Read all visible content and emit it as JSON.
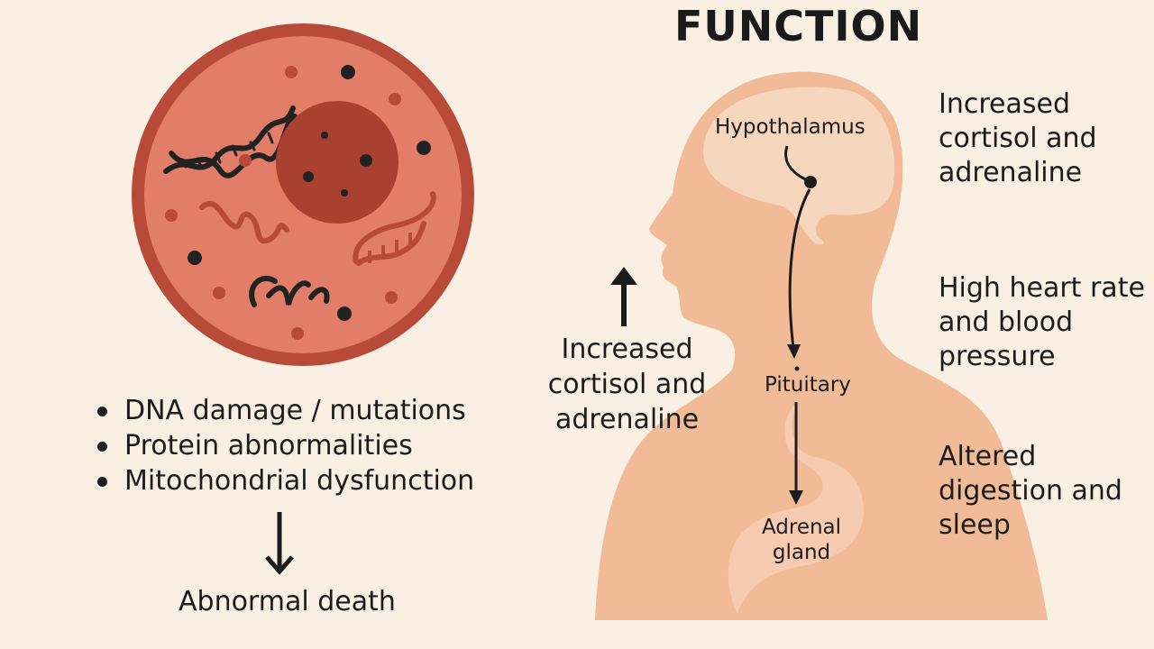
{
  "title": "FUNCTION",
  "cell": {
    "effects": [
      "DNA damage / mutations",
      "Protein abnormalities",
      "Mitochondrial dysfunction"
    ],
    "result": "Abnormal death"
  },
  "body": {
    "hormones_label": "Increased cortisol and adrenaline",
    "organs": {
      "hypothalamus": "Hypothalamus",
      "pituitary": "Pituitary",
      "adrenal": "Adrenal gland"
    }
  },
  "effects": [
    "Increased cortisol and adrenaline",
    "High heart rate and blood pressure",
    "Altered digestion and sleep"
  ],
  "colors": {
    "background": "#f9efe3",
    "cell_membrane": "#b84a3a",
    "cell_body": "#e27d68",
    "nucleus": "#a8412f",
    "body_silhouette": "#f1bb98",
    "brain": "#f7d6be",
    "ink": "#1c1c1c"
  }
}
